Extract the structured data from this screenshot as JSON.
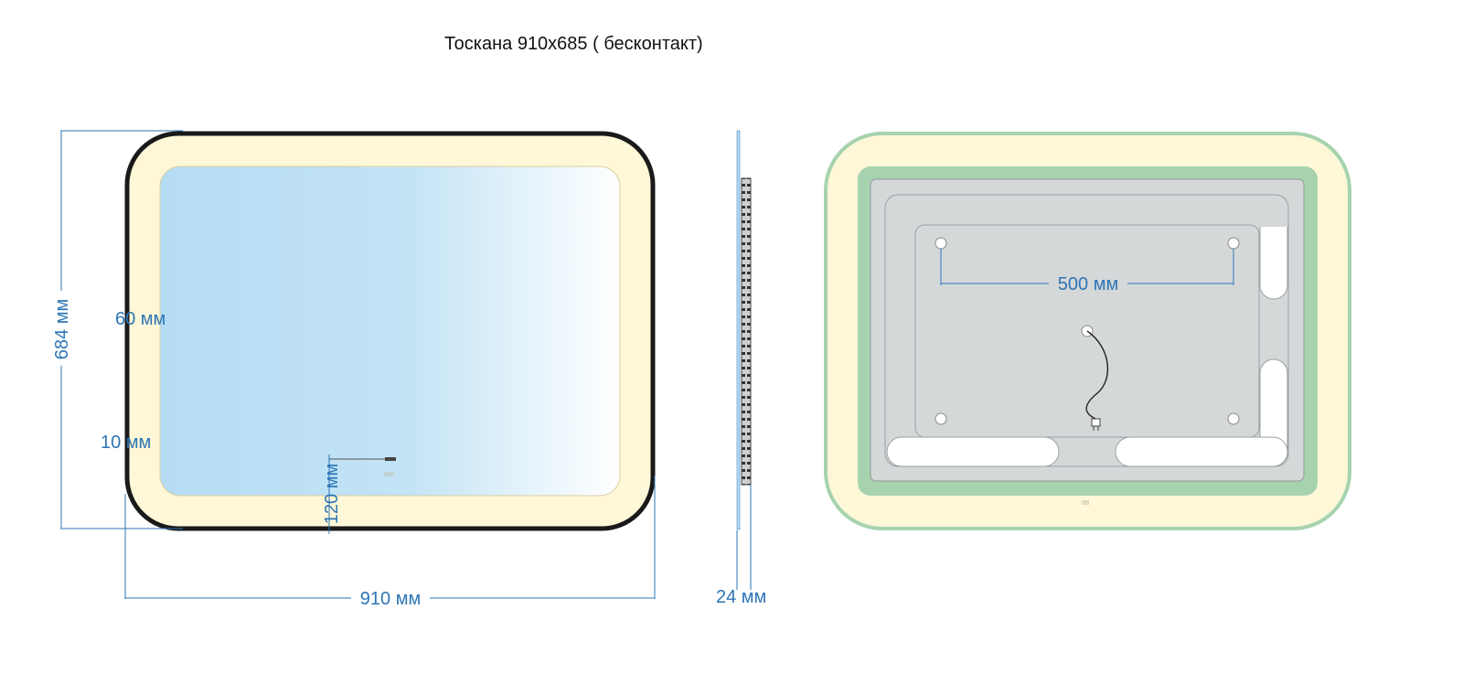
{
  "title": "Тоскана 910х685 ( бесконтакт)",
  "colors": {
    "dimension": "#2e75b6",
    "frame": "#1a1a1a",
    "glow": "#fff8d8",
    "glow_border": "#e9dfb0",
    "mirror_left": "#b6dcf4",
    "mirror_right": "#ffffff",
    "back_green": "#a6d3ae",
    "back_panel": "#d5d8d9",
    "back_panel_line": "#9aa0a2"
  },
  "front_view": {
    "height_label": "684 мм",
    "width_label": "910 мм",
    "border_label": "60 мм",
    "inner_gap_label": "10 мм",
    "sensor_offset_label": "120 мм"
  },
  "side_view": {
    "depth_label": "24 мм"
  },
  "back_view": {
    "mount_spacing_label": "500 мм"
  }
}
